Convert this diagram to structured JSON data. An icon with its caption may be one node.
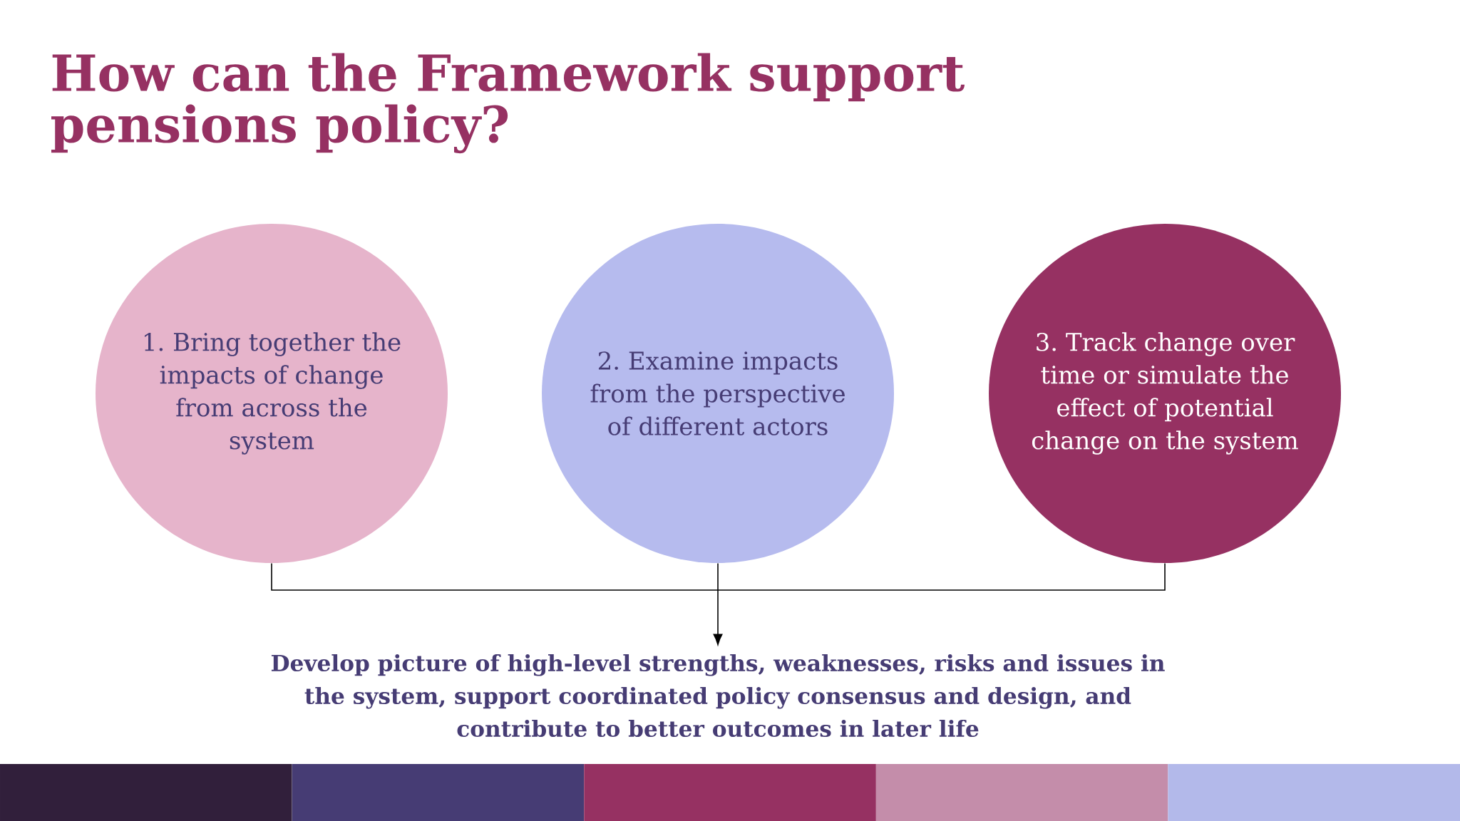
{
  "diagram": {
    "title": "How can the Framework support pensions policy?",
    "nodes": [
      {
        "text": [
          "1. Bring together the impacts of change from across the system"
        ]
      },
      {
        "text": [
          "2. Examine impacts from the perspective of different actors"
        ]
      },
      {
        "text": [
          "3. Track change over time or simulate the effect of potential change on the system"
        ]
      },
      {
        "text": [
          "Develop picture of high-level strengths, weaknesses, risks and issues in the system, support coordinated policy consensus and design, and contribute to better outcomes in later life"
        ]
      }
    ],
    "edges": [
      {
        "from": 0,
        "to": 3,
        "arrow": "to"
      },
      {
        "from": 1,
        "to": 3,
        "arrow": "to"
      },
      {
        "from": 2,
        "to": 3,
        "arrow": "to"
      }
    ]
  }
}
